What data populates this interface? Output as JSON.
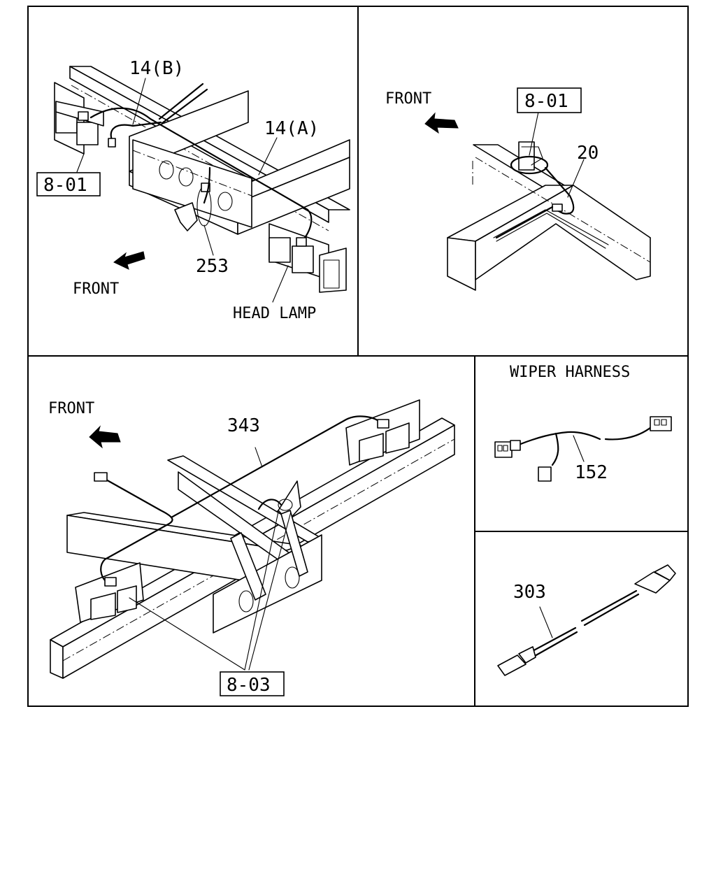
{
  "panels": {
    "top_left": {
      "callouts": {
        "c14b": "14(B)",
        "c14a": "14(A)",
        "c801": "8-01",
        "c253": "253"
      },
      "front": "FRONT",
      "head_lamp": "HEAD LAMP"
    },
    "top_right": {
      "front": "FRONT",
      "callouts": {
        "c801": "8-01",
        "c20": "20"
      }
    },
    "bottom_left": {
      "front": "FRONT",
      "callouts": {
        "c343": "343",
        "c803": "8-03"
      }
    },
    "wiper": {
      "title": "WIPER HARNESS",
      "callouts": {
        "c152": "152"
      }
    },
    "bottom_right": {
      "callouts": {
        "c303": "303"
      }
    }
  }
}
